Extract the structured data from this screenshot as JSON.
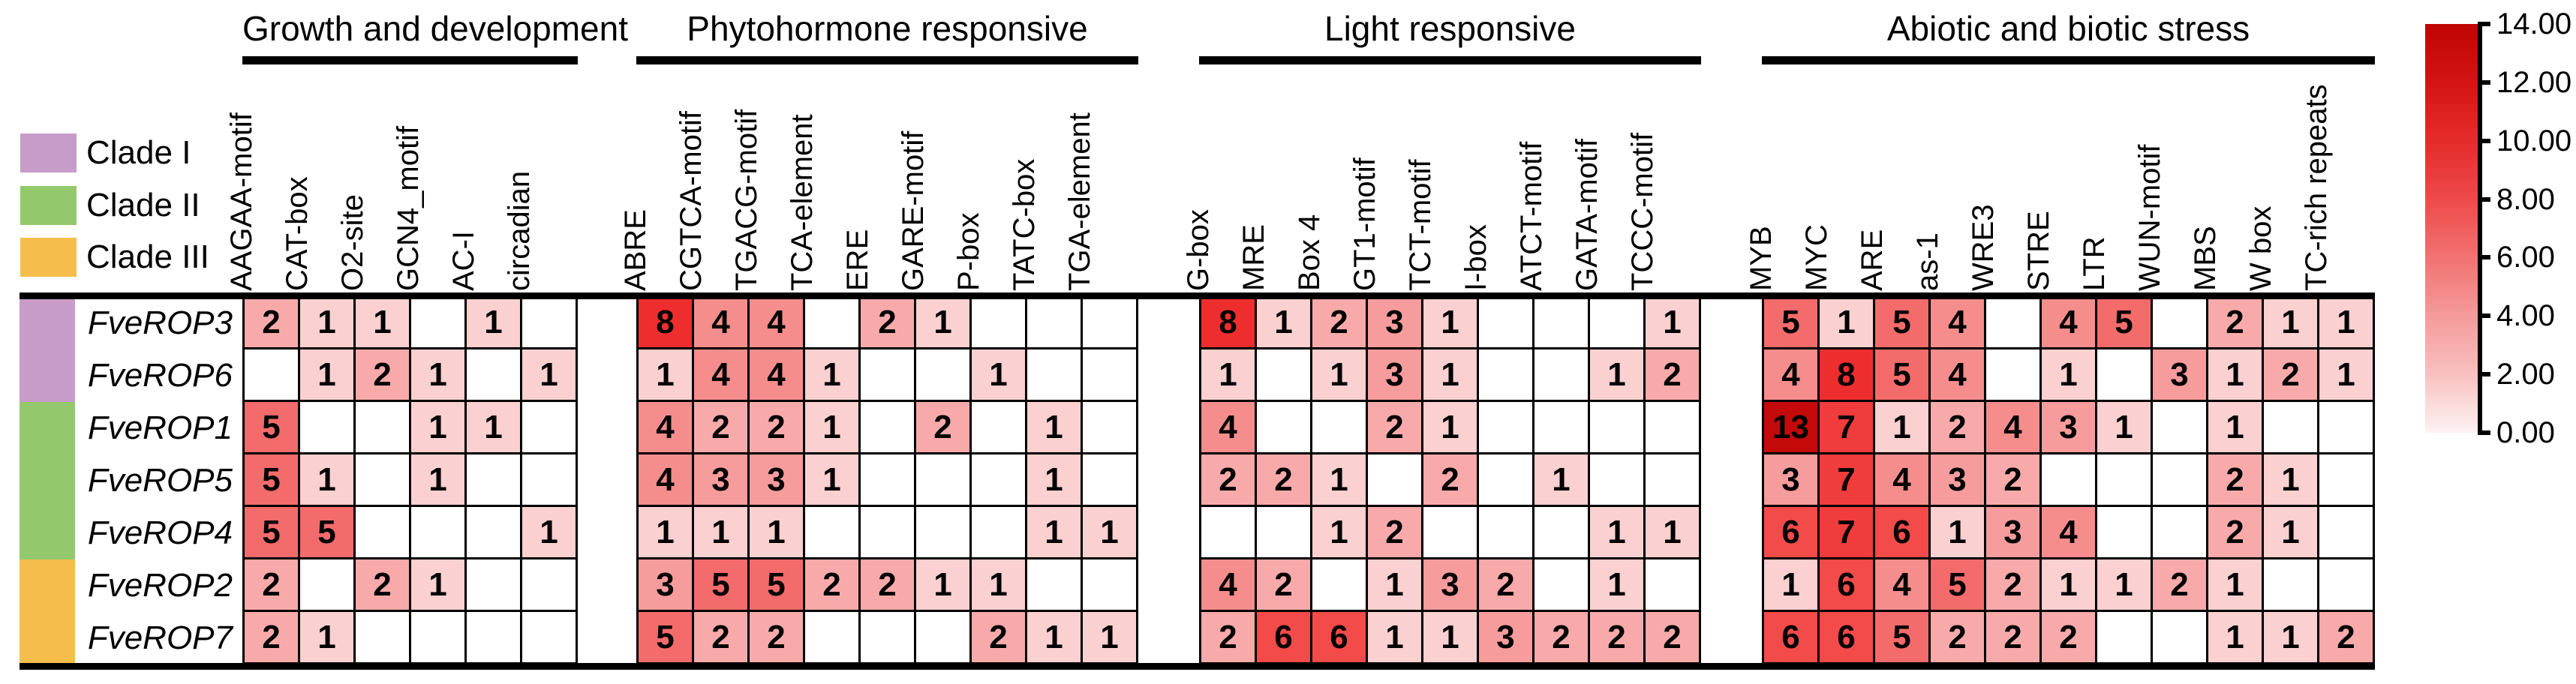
{
  "figure": {
    "background": "#FFFFFF"
  },
  "legend": {
    "items": [
      {
        "label": "Clade I",
        "color": "#C79CC8"
      },
      {
        "label": "Clade II",
        "color": "#93C96C"
      },
      {
        "label": "Clade III",
        "color": "#F5BE4C"
      }
    ]
  },
  "colorbar": {
    "min": 0,
    "max": 14,
    "tick_labels": [
      "14.00",
      "12.00",
      "10.00",
      "8.00",
      "6.00",
      "4.00",
      "2.00",
      "0.00"
    ],
    "gradient_stops_bottom_to_top": [
      "#FDF3F3",
      "#F9C0C0",
      "#F59A9A",
      "#F27272",
      "#EE4A4A",
      "#E52C2C",
      "#D41414",
      "#BE0404"
    ]
  },
  "chart_data": {
    "type": "heatmap",
    "column_groups": [
      {
        "label": "Growth and development",
        "columns": [
          "AAGAA-motif",
          "CAT-box",
          "O2-site",
          "GCN4_motif",
          "AC-I",
          "circadian"
        ]
      },
      {
        "label": "Phytohormone responsive",
        "columns": [
          "ABRE",
          "CGTCA-motif",
          "TGACG-motif",
          "TCA-element",
          "ERE",
          "GARE-motif",
          "P-box",
          "TATC-box",
          "TGA-element"
        ]
      },
      {
        "label": "Light responsive",
        "columns": [
          "G-box",
          "MRE",
          "Box 4",
          "GT1-motif",
          "TCT-motif",
          "I-box",
          "ATCT-motif",
          "GATA-motif",
          "TCCC-motif"
        ]
      },
      {
        "label": "Abiotic and biotic stress",
        "columns": [
          "MYB",
          "MYC",
          "ARE",
          "as-1",
          "WRE3",
          "STRE",
          "LTR",
          "WUN-motif",
          "MBS",
          "W box",
          "TC-rich repeats"
        ]
      }
    ],
    "rows": [
      {
        "gene": "FveROP3",
        "clade": "Clade I",
        "values": [
          [
            2,
            1,
            1,
            null,
            1,
            null
          ],
          [
            8,
            4,
            4,
            null,
            2,
            1,
            null,
            null,
            null
          ],
          [
            8,
            1,
            2,
            3,
            1,
            null,
            null,
            null,
            1
          ],
          [
            5,
            1,
            5,
            4,
            null,
            4,
            5,
            null,
            2,
            1,
            1
          ]
        ]
      },
      {
        "gene": "FveROP6",
        "clade": "Clade I",
        "values": [
          [
            null,
            1,
            2,
            1,
            null,
            1
          ],
          [
            1,
            4,
            4,
            1,
            null,
            null,
            1,
            null,
            null
          ],
          [
            1,
            null,
            1,
            3,
            1,
            null,
            null,
            1,
            2
          ],
          [
            4,
            8,
            5,
            4,
            null,
            1,
            null,
            3,
            1,
            2,
            1
          ]
        ]
      },
      {
        "gene": "FveROP1",
        "clade": "Clade II",
        "values": [
          [
            5,
            null,
            null,
            1,
            1,
            null
          ],
          [
            4,
            2,
            2,
            1,
            null,
            2,
            null,
            1,
            null
          ],
          [
            4,
            null,
            null,
            2,
            1,
            null,
            null,
            null,
            null
          ],
          [
            13,
            7,
            1,
            2,
            4,
            3,
            1,
            null,
            1,
            null,
            null
          ]
        ]
      },
      {
        "gene": "FveROP5",
        "clade": "Clade II",
        "values": [
          [
            5,
            1,
            null,
            1,
            null,
            null
          ],
          [
            4,
            3,
            3,
            1,
            null,
            null,
            null,
            1,
            null
          ],
          [
            2,
            2,
            1,
            null,
            2,
            null,
            1,
            null,
            null
          ],
          [
            3,
            7,
            4,
            3,
            2,
            null,
            null,
            null,
            2,
            1,
            null
          ]
        ]
      },
      {
        "gene": "FveROP4",
        "clade": "Clade II",
        "values": [
          [
            5,
            5,
            null,
            null,
            null,
            1
          ],
          [
            1,
            1,
            1,
            null,
            null,
            null,
            null,
            1,
            1
          ],
          [
            null,
            null,
            1,
            2,
            null,
            null,
            null,
            1,
            1
          ],
          [
            6,
            7,
            6,
            1,
            3,
            4,
            null,
            null,
            2,
            1,
            null
          ]
        ]
      },
      {
        "gene": "FveROP2",
        "clade": "Clade III",
        "values": [
          [
            2,
            null,
            2,
            1,
            null,
            null
          ],
          [
            3,
            5,
            5,
            2,
            2,
            1,
            1,
            null,
            null
          ],
          [
            4,
            2,
            null,
            1,
            3,
            2,
            null,
            1,
            null
          ],
          [
            1,
            6,
            4,
            5,
            2,
            1,
            1,
            2,
            1,
            null,
            null
          ]
        ]
      },
      {
        "gene": "FveROP7",
        "clade": "Clade III",
        "values": [
          [
            2,
            1,
            null,
            null,
            null,
            null
          ],
          [
            5,
            2,
            2,
            null,
            null,
            null,
            2,
            1,
            1
          ],
          [
            2,
            6,
            6,
            1,
            1,
            3,
            2,
            2,
            2
          ],
          [
            6,
            6,
            5,
            2,
            2,
            2,
            null,
            null,
            1,
            1,
            2
          ]
        ]
      }
    ],
    "value_colors": {
      "1": "#FBD0D0",
      "2": "#F8AAAA",
      "3": "#F79C9C",
      "4": "#F58D8D",
      "5": "#F46B6B",
      "6": "#F34A4A",
      "7": "#F03C3C",
      "8": "#EE2E2E",
      "13": "#C40A0A"
    },
    "empty_color": "#FFFFFF"
  }
}
